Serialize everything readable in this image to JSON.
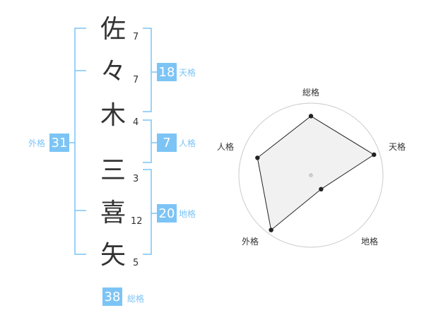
{
  "name": {
    "chars": [
      {
        "char": "佐",
        "strokes": "7"
      },
      {
        "char": "々",
        "strokes": "7"
      },
      {
        "char": "木",
        "strokes": "4"
      },
      {
        "char": "三",
        "strokes": "3"
      },
      {
        "char": "喜",
        "strokes": "12"
      },
      {
        "char": "矢",
        "strokes": "5"
      }
    ]
  },
  "fortune": {
    "tenkaku": {
      "value": "18",
      "label": "天格"
    },
    "jinkaku": {
      "value": "7",
      "label": "人格"
    },
    "chikaku": {
      "value": "20",
      "label": "地格"
    },
    "gaikaku": {
      "value": "31",
      "label": "外格"
    },
    "soukaku": {
      "value": "38",
      "label": "総格"
    }
  },
  "chart_data": {
    "type": "radar",
    "axes": [
      "総格",
      "天格",
      "地格",
      "外格",
      "人格"
    ],
    "values": [
      0.82,
      0.92,
      0.24,
      0.94,
      0.78
    ],
    "max": 1,
    "rings": 4
  },
  "colors": {
    "accent": "#7cc4f5",
    "bracket": "#7cc4f5",
    "text": "#333333",
    "ring": "#cccccc",
    "fill": "#eeeeee",
    "polygon": "#222222"
  }
}
